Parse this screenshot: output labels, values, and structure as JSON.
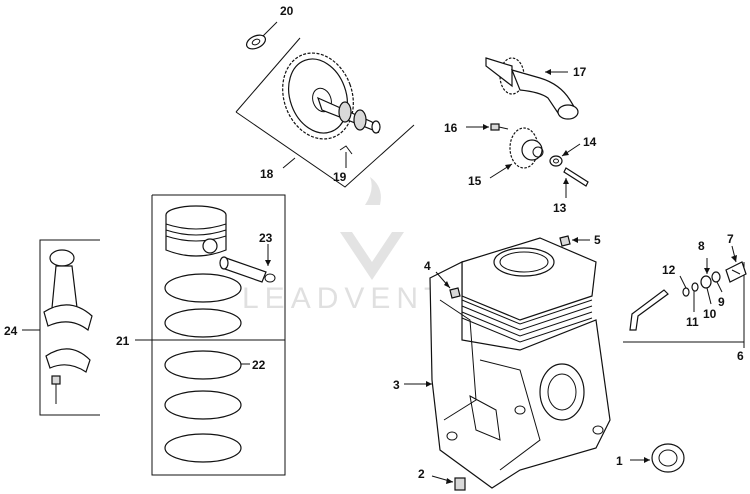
{
  "watermark": {
    "text": "LEADVENTI"
  },
  "labels": {
    "p1": "1",
    "p2": "2",
    "p3": "3",
    "p4": "4",
    "p5": "5",
    "p6": "6",
    "p7": "7",
    "p8": "8",
    "p9": "9",
    "p10": "10",
    "p11": "11",
    "p12": "12",
    "p13": "13",
    "p14": "14",
    "p15": "15",
    "p16": "16",
    "p17": "17",
    "p18": "18",
    "p19": "19",
    "p20": "20",
    "p21": "21",
    "p22": "22",
    "p23": "23",
    "p24": "24"
  }
}
